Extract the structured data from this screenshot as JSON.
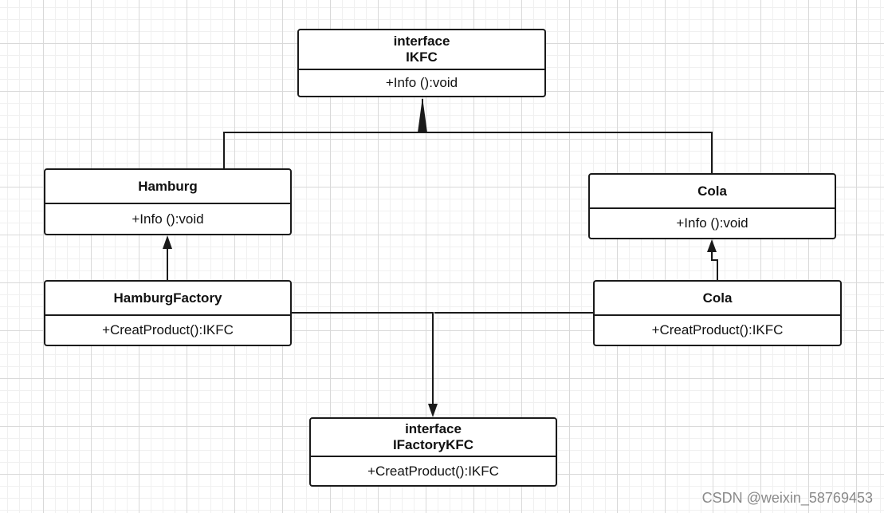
{
  "diagram": {
    "classes": {
      "ikfc": {
        "stereotype": "interface",
        "name": "IKFC",
        "method": "+Info  ():void"
      },
      "hamburg": {
        "name": "Hamburg",
        "method": "+Info  ():void"
      },
      "cola_product": {
        "name": "Cola",
        "method": "+Info  ():void"
      },
      "hamburg_factory": {
        "name": "HamburgFactory",
        "method": "+CreatProduct():IKFC"
      },
      "cola_factory": {
        "name": "Cola",
        "method": "+CreatProduct():IKFC"
      },
      "ifactorykfc": {
        "stereotype": "interface",
        "name": "IFactoryKFC",
        "method": "+CreatProduct():IKFC"
      }
    },
    "colors": {
      "line": "#1a1a1a",
      "grid_major": "#d9d9d9",
      "grid_minor": "#f0f0f0",
      "watermark": "#8a8a8a"
    }
  },
  "watermark": "CSDN @weixin_58769453"
}
